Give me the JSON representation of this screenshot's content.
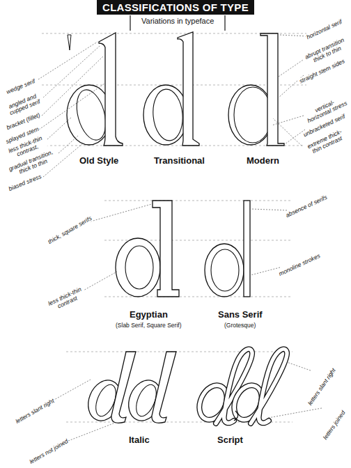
{
  "diagram": {
    "title": "CLASSIFICATIONS OF TYPE",
    "labels": [
      "Variations in typeface",
      "wedge serif",
      "angled and cupped serif",
      "bracket (fillet)",
      "splayed stem",
      "less thick-thin contrast,",
      "gradual transition, thick to thin",
      "biased stress",
      "horizontal serif",
      "abrupt transition thick to thin",
      "straight stem sides",
      "vertical-horizontal stress",
      "unbracketed serif",
      "extreme thick-thin contrast",
      "Old Style",
      "Transitional",
      "Modern",
      "thick, square serifs",
      "less thick-thin contrast",
      "Egyptian",
      "(Slab Serif, Square Serif)",
      "absence of serifs",
      "monoline strokes",
      "Sans Serif",
      "(Grotesque)",
      "letters slant right",
      "letters not joined",
      "Italic",
      "letters slant right",
      "letters joined",
      "Script"
    ]
  }
}
